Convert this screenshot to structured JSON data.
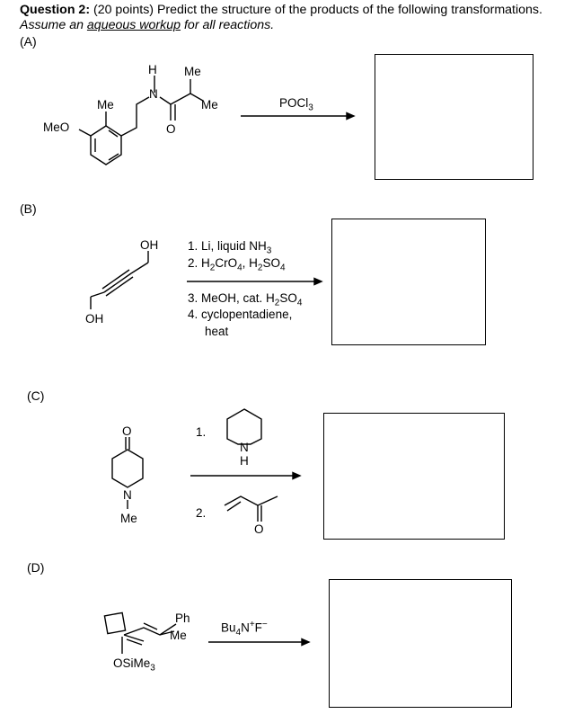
{
  "question": {
    "heading": "Question 2:",
    "points_intro": " (20 points) Predict the structure of the products of the following transformations. ",
    "italic_pre": "Assume an ",
    "italic_u": "aqueous workup",
    "italic_post": " for all reactions."
  },
  "parts": {
    "a": {
      "label": "(A)",
      "reagent": "POCl3",
      "atoms": {
        "meo": "MeO",
        "me_ring": "Me",
        "h": "H",
        "n": "N",
        "o": "O",
        "me_top": "Me",
        "me_right": "Me"
      }
    },
    "b": {
      "label": "(B)",
      "steps": [
        "1. Li, liquid NH3",
        "2. H2CrO4, H2SO4",
        "3. MeOH, cat. H2SO4",
        "4. cyclopentadiene,",
        "heat"
      ],
      "atoms": {
        "oh_top": "OH",
        "oh_bottom": "OH"
      }
    },
    "c": {
      "label": "(C)",
      "step1": "1.",
      "step2": "2.",
      "atoms": {
        "o_top": "O",
        "n_ring": "N",
        "me": "Me",
        "n_pip": "N",
        "h_pip": "H",
        "o_enone": "O"
      }
    },
    "d": {
      "label": "(D)",
      "reagent": "Bu4N+F−",
      "atoms": {
        "ph": "Ph",
        "me": "Me",
        "osime3": "OSiMe3"
      }
    }
  }
}
